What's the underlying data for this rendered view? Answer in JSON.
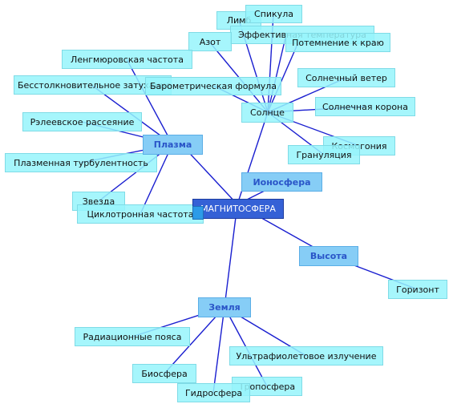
{
  "colors": {
    "edge": "#1a1fd0",
    "leaf": "#a6f4fb",
    "hub": "#86cdf6",
    "root": "#3561d6",
    "hub_text": "#2a55c8"
  },
  "nodes": {
    "root": "МАГНИТОСФЕРА",
    "solnce": "Солнце",
    "plazma": "Плазма",
    "ionosfera": "Ионосфера",
    "vysota": "Высота",
    "zemlya": "Земля",
    "limb": "Лимб",
    "spikula": "Спикула",
    "effektivnaya": "Эффективная температура",
    "azot": "Азот",
    "potemnenie": "Потемнение к краю",
    "lengmyur": "Ленгмюровская частота",
    "bescoll": "Бесстолкновительное затухание",
    "barometr": "Барометрическая формула",
    "solnvet": "Солнечный ветер",
    "solnkor": "Солнечная корона",
    "releev": "Рэлеевское рассеяние",
    "kosmog": "Космогония",
    "granul": "Грануляция",
    "turb": "Плазменная турбулентность",
    "zvezda": "Звезда",
    "ciklo": "Циклотронная частота",
    "gorizont": "Горизонт",
    "radiac": "Радиационные пояса",
    "ultra": "Ультрафиолетовое излучение",
    "biosf": "Биосфера",
    "troposf": "Тропосфера",
    "gidrosf": "Гидросфера"
  }
}
